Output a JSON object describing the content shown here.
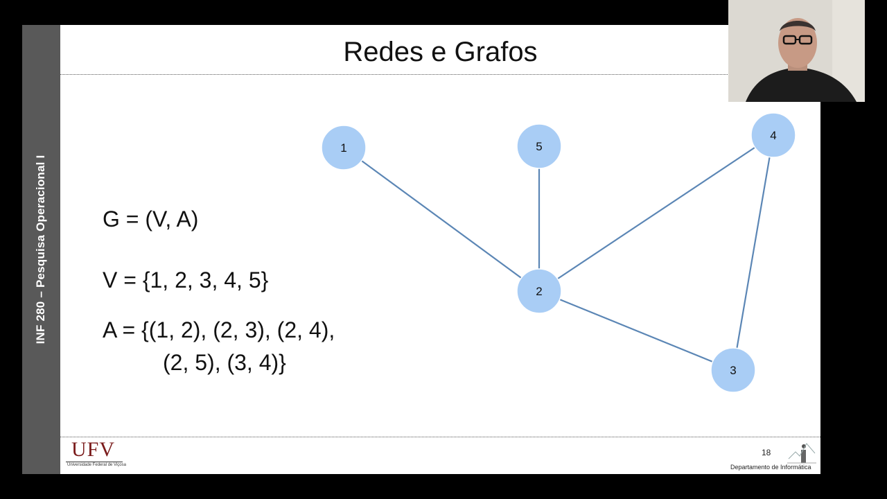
{
  "sidebar": {
    "title": "INF 280 – Pesquisa Operacional I"
  },
  "slide": {
    "title": "Redes e Grafos",
    "number": "18",
    "department": "Departamento de Informática"
  },
  "formulas": {
    "graph": "G = (V, A)",
    "vertices": "V = {1, 2, 3, 4, 5}",
    "arcs_line1": "A = {(1, 2), (2, 3), (2, 4),",
    "arcs_line2": "(2, 5), (3, 4)}"
  },
  "logo": {
    "letters": "UFV",
    "subtitle": "Universidade Federal de Viçosa"
  },
  "graph": {
    "node_color": "#a9cdf5",
    "edge_color": "#5b86b5",
    "nodes": [
      {
        "id": "1",
        "label": "1"
      },
      {
        "id": "2",
        "label": "2"
      },
      {
        "id": "3",
        "label": "3"
      },
      {
        "id": "4",
        "label": "4"
      },
      {
        "id": "5",
        "label": "5"
      }
    ],
    "edges": [
      [
        "1",
        "2"
      ],
      [
        "2",
        "3"
      ],
      [
        "2",
        "4"
      ],
      [
        "2",
        "5"
      ],
      [
        "3",
        "4"
      ]
    ]
  },
  "webcam": {
    "description_icon": "presenter-video"
  }
}
